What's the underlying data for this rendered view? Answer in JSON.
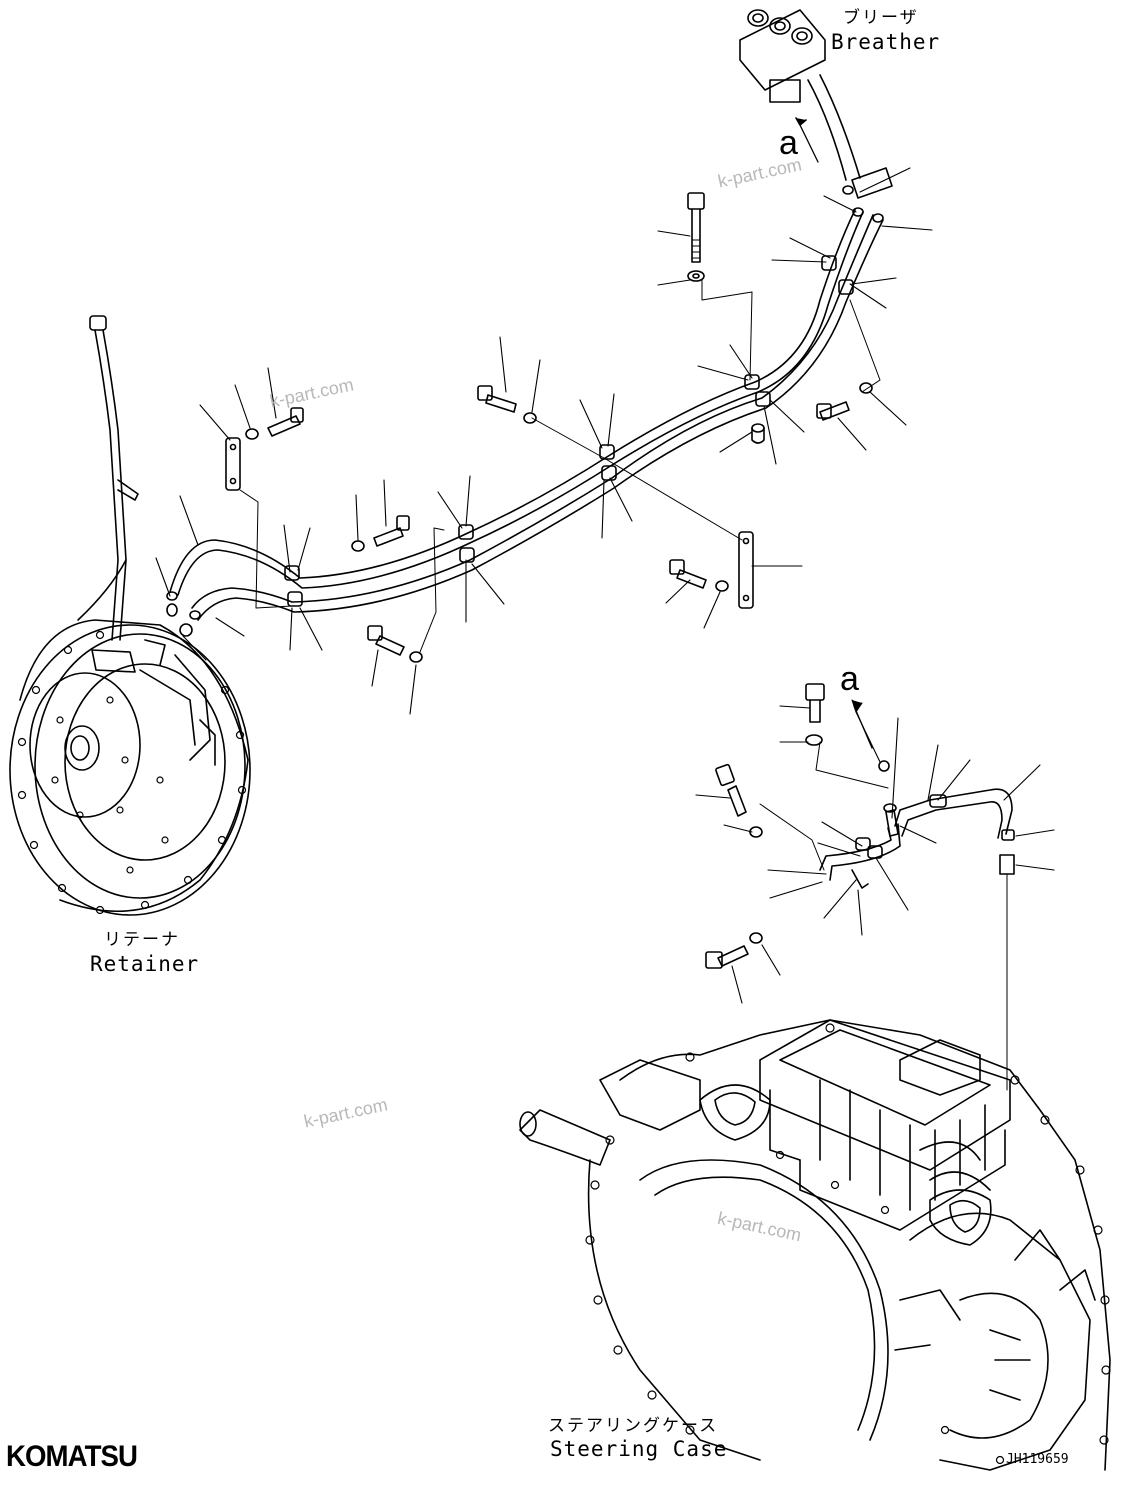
{
  "labels": {
    "breather_jp": "ブリーザ",
    "breather_en": "Breather",
    "retainer_jp": "リテーナ",
    "retainer_en": "Retainer",
    "steering_jp": "ステアリングケース",
    "steering_en": "Steering Case"
  },
  "view_markers": [
    "a",
    "a"
  ],
  "watermarks": [
    "k-part.com",
    "k-part.com",
    "k-part.com",
    "k-part.com"
  ],
  "brand": "KOMATSU",
  "drawing_code": "JH119659"
}
